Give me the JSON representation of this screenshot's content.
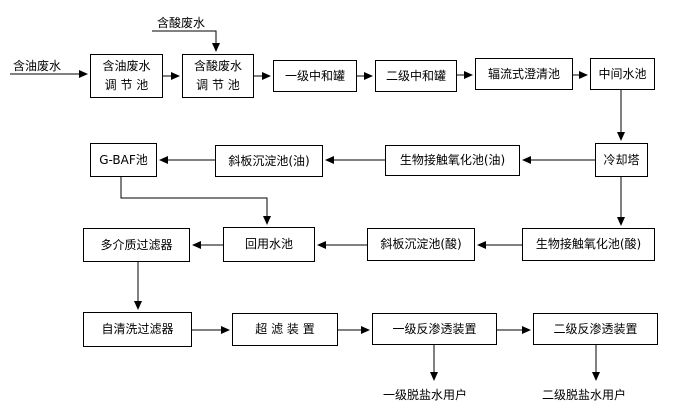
{
  "diagram": {
    "type": "process-flowchart",
    "language": "zh-CN",
    "background_color": "#ffffff",
    "line_color": "#000000",
    "box_border_color": "#000000",
    "text_color": "#000000",
    "nodes": [
      {
        "id": "oily-wastewater-regulating-tank",
        "label": "含油废水\n调 节 池"
      },
      {
        "id": "acid-wastewater-regulating-tank",
        "label": "含酸废水\n调 节 池"
      },
      {
        "id": "primary-neutralization-tank",
        "label": "一级中和罐"
      },
      {
        "id": "secondary-neutralization-tank",
        "label": "二级中和罐"
      },
      {
        "id": "radial-flow-clarifier",
        "label": "辐流式澄清池"
      },
      {
        "id": "intermediate-water-tank",
        "label": "中间水池"
      },
      {
        "id": "cooling-tower",
        "label": "冷却塔"
      },
      {
        "id": "bio-contact-oxidation-tank-oil",
        "label": "生物接触氧化池(油)"
      },
      {
        "id": "inclined-plate-sedimentation-tank-oil",
        "label": "斜板沉淀池(油)"
      },
      {
        "id": "g-baf-tank",
        "label": "G-BAF池"
      },
      {
        "id": "bio-contact-oxidation-tank-acid",
        "label": "生物接触氧化池(酸)"
      },
      {
        "id": "inclined-plate-sedimentation-tank-acid",
        "label": "斜板沉淀池(酸)"
      },
      {
        "id": "reuse-water-tank",
        "label": "回用水池"
      },
      {
        "id": "multimedia-filter",
        "label": "多介质过滤器"
      },
      {
        "id": "self-cleaning-filter",
        "label": "自清洗过滤器"
      },
      {
        "id": "ultrafiltration-unit",
        "label": "超 滤 装 置"
      },
      {
        "id": "primary-reverse-osmosis-unit",
        "label": "一级反渗透装置"
      },
      {
        "id": "secondary-reverse-osmosis-unit",
        "label": "二级反渗透装置"
      }
    ],
    "labels": [
      {
        "id": "oily-wastewater-inflow",
        "text": "含油废水"
      },
      {
        "id": "acid-wastewater-inflow",
        "text": "含酸废水"
      },
      {
        "id": "primary-desalted-water-users",
        "text": "一级脱盐水用户"
      },
      {
        "id": "secondary-desalted-water-users",
        "text": "二级脱盐水用户"
      }
    ],
    "edges": [
      {
        "from": "oily-wastewater-inflow",
        "to": "oily-wastewater-regulating-tank"
      },
      {
        "from": "acid-wastewater-inflow",
        "to": "acid-wastewater-regulating-tank"
      },
      {
        "from": "oily-wastewater-regulating-tank",
        "to": "acid-wastewater-regulating-tank"
      },
      {
        "from": "acid-wastewater-regulating-tank",
        "to": "primary-neutralization-tank"
      },
      {
        "from": "primary-neutralization-tank",
        "to": "secondary-neutralization-tank"
      },
      {
        "from": "secondary-neutralization-tank",
        "to": "radial-flow-clarifier"
      },
      {
        "from": "radial-flow-clarifier",
        "to": "intermediate-water-tank"
      },
      {
        "from": "intermediate-water-tank",
        "to": "cooling-tower"
      },
      {
        "from": "cooling-tower",
        "to": "bio-contact-oxidation-tank-oil"
      },
      {
        "from": "bio-contact-oxidation-tank-oil",
        "to": "inclined-plate-sedimentation-tank-oil"
      },
      {
        "from": "inclined-plate-sedimentation-tank-oil",
        "to": "g-baf-tank"
      },
      {
        "from": "g-baf-tank",
        "to": "reuse-water-tank"
      },
      {
        "from": "cooling-tower",
        "to": "bio-contact-oxidation-tank-acid"
      },
      {
        "from": "bio-contact-oxidation-tank-acid",
        "to": "inclined-plate-sedimentation-tank-acid"
      },
      {
        "from": "inclined-plate-sedimentation-tank-acid",
        "to": "reuse-water-tank"
      },
      {
        "from": "reuse-water-tank",
        "to": "multimedia-filter"
      },
      {
        "from": "multimedia-filter",
        "to": "self-cleaning-filter"
      },
      {
        "from": "self-cleaning-filter",
        "to": "ultrafiltration-unit"
      },
      {
        "from": "ultrafiltration-unit",
        "to": "primary-reverse-osmosis-unit"
      },
      {
        "from": "primary-reverse-osmosis-unit",
        "to": "secondary-reverse-osmosis-unit"
      },
      {
        "from": "primary-reverse-osmosis-unit",
        "to": "primary-desalted-water-users"
      },
      {
        "from": "secondary-reverse-osmosis-unit",
        "to": "secondary-desalted-water-users"
      }
    ]
  }
}
